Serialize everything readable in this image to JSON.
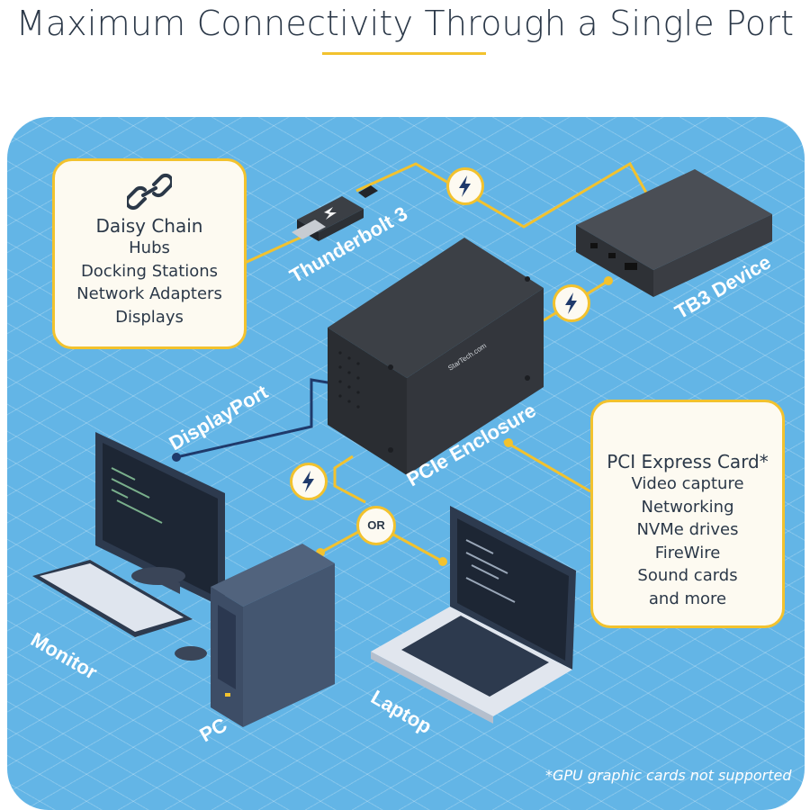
{
  "title": "Maximum Connectivity Through a Single Port",
  "daisy_chain": {
    "icon": "chain-link-icon",
    "heading": "Daisy Chain",
    "items": [
      "Hubs",
      "Docking Stations",
      "Network Adapters",
      "Displays"
    ]
  },
  "pci_card": {
    "icon": "pci-card-icon",
    "heading": "PCI Express Card*",
    "items": [
      "Video capture",
      "Networking",
      "NVMe drives",
      "FireWire",
      "Sound cards",
      "and more"
    ]
  },
  "labels": {
    "thunderbolt": "Thunderbolt 3",
    "tb3_device": "TB3 Device",
    "displayport": "DisplayPort",
    "pcie_enclosure": "PCIe Enclosure",
    "monitor": "Monitor",
    "pc": "PC",
    "laptop": "Laptop",
    "or": "OR",
    "brand": "StarTech.com"
  },
  "footnote": "*GPU graphic cards not supported",
  "colors": {
    "accent": "#f2c22e",
    "background": "#63b5e6",
    "text": "#2b3848",
    "displayport_line": "#1f3a6b"
  }
}
